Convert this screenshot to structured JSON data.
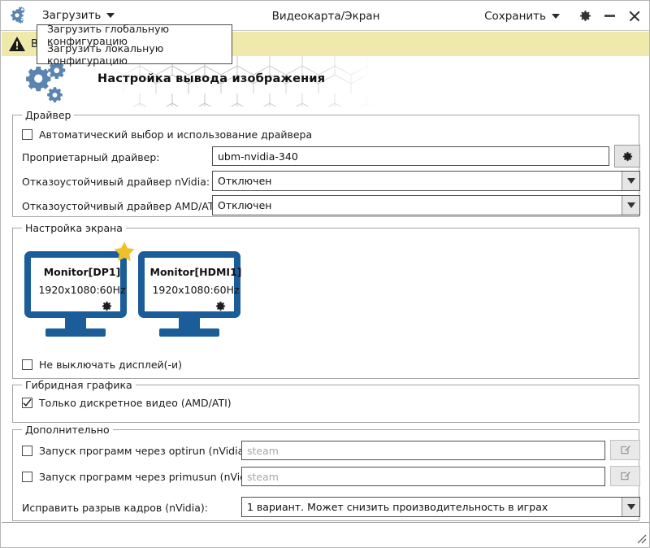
{
  "window": {
    "app_icon": "gears-icon",
    "title": "Видеокарта/Экран",
    "load_menu_label": "Загрузить",
    "save_menu_label": "Сохранить",
    "settings_icon": "gear-icon",
    "minimize_icon": "minimize-icon",
    "close_icon": "close-icon"
  },
  "menu_popup": {
    "visible": true,
    "items": [
      {
        "label": "Загрузить глобальную конфигурацию"
      },
      {
        "label": "Загрузить локальную конфигурацию"
      }
    ]
  },
  "warning": {
    "icon": "warning-triangle-icon",
    "text": "В",
    "background": "#efeaab"
  },
  "header": {
    "icon": "gears-icon",
    "title": "Настройка вывода изображения",
    "accent": "#5b84b1"
  },
  "driver_group": {
    "title": "Драйвер",
    "auto_checkbox": {
      "label": "Автоматический выбор и использование драйвера",
      "checked": false
    },
    "proprietary": {
      "label": "Проприетарный драйвер:",
      "value": "ubm-nvidia-340",
      "button_icon": "gear-icon"
    },
    "fallback_nvidia": {
      "label": "Отказоустойчивый драйвер nVidia:",
      "value": "Отключен"
    },
    "fallback_amd": {
      "label": "Отказоустойчивый драйвер AMD/ATI:",
      "value": "Отключен"
    }
  },
  "screen_group": {
    "title": "Настройка экрана",
    "monitors": [
      {
        "name": "Monitor[DP1]",
        "resolution": "1920x1080:60Hz",
        "primary": true,
        "gear_icon": "gear-icon",
        "star_icon": "star-icon"
      },
      {
        "name": "Monitor[HDMI1]",
        "resolution": "1920x1080:60Hz",
        "primary": false,
        "gear_icon": "gear-icon"
      }
    ],
    "keep_displays_on": {
      "label": "Не выключать дисплей(-и)",
      "checked": false
    },
    "monitor_color": "#1a5d99",
    "star_color": "#f0c02c"
  },
  "hybrid_group": {
    "title": "Гибридная графика",
    "discrete_only": {
      "label": "Только дискретное видео (AMD/ATI)",
      "checked": true
    }
  },
  "extra_group": {
    "title": "Дополнительно",
    "optirun": {
      "label": "Запуск программ через optirun (nVidia):",
      "checked": false,
      "placeholder": "steam",
      "value": "",
      "button_icon": "edit-pencil-icon"
    },
    "primusun": {
      "label": "Запуск программ через primusun (nVidia):",
      "checked": false,
      "placeholder": "steam",
      "value": "",
      "button_icon": "edit-pencil-icon"
    },
    "tearfix": {
      "label": "Исправить разрыв кадров (nVidia):",
      "value": "1 вариант. Может снизить производительность в играх"
    }
  },
  "statusbar": {
    "text": "",
    "grip_icon": "resize-grip-icon"
  }
}
